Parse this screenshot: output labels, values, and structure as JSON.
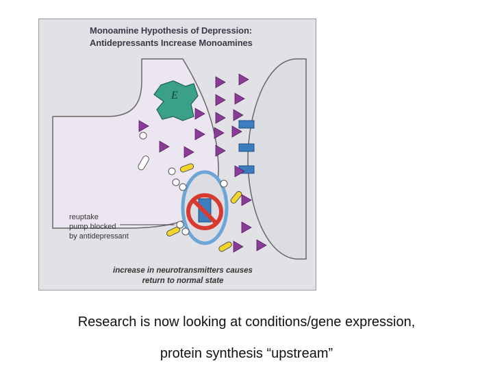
{
  "figure": {
    "title_line1": "Monoamine Hypothesis of Depression:",
    "title_line2": "Antidepressants Increase Monoamines",
    "enzyme_label": "E",
    "label_line1": "reuptake",
    "label_line2": "pump blocked",
    "label_line3": "by antidepressant",
    "caption_line1": "increase in neurotransmitters causes",
    "caption_line2": "return to normal state",
    "colors": {
      "presynaptic": "#ece6f2",
      "postsynaptic": "#dcdde2",
      "neurotransmitter": "#8a3d96",
      "receptor": "#3b7dbf",
      "enzyme": "#3aa08a",
      "pump_ring": "#6ba6d6",
      "block_sign": "#d83a30",
      "capsule": "#f2d42a"
    }
  },
  "slide": {
    "line1": "Research is now looking at conditions/gene expression,",
    "line2": "protein synthesis “upstream”"
  }
}
